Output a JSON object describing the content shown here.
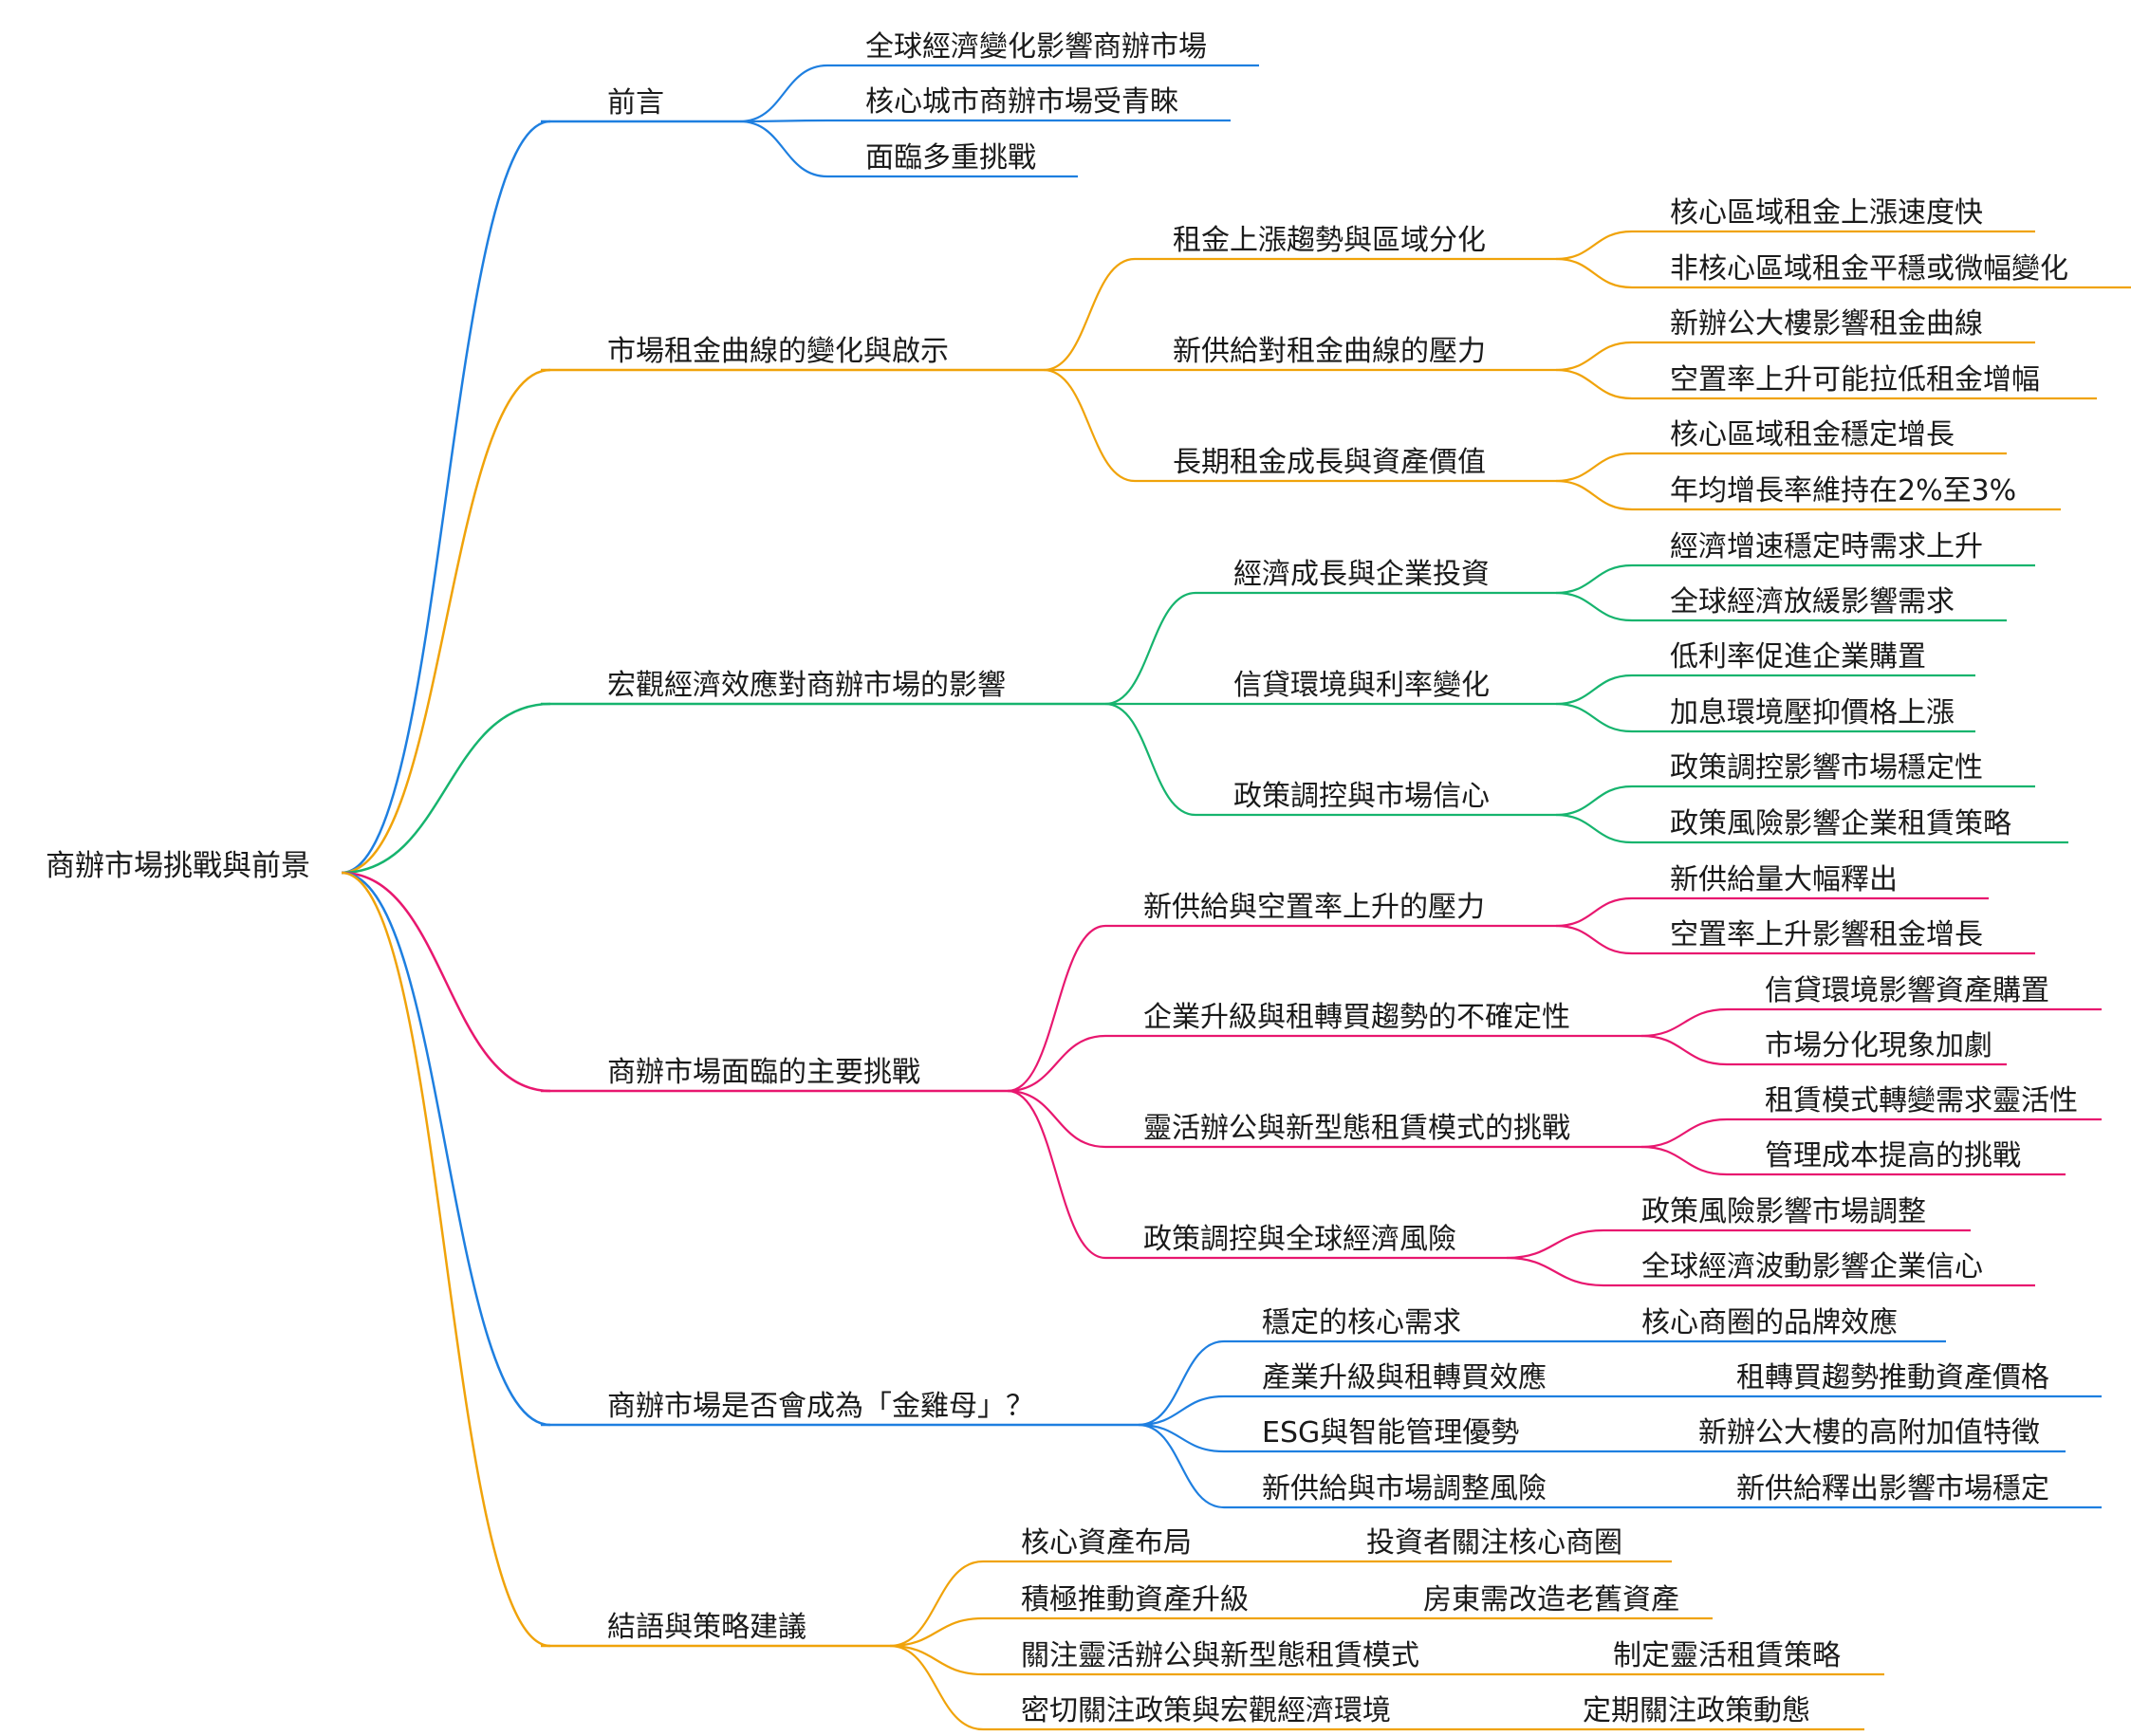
{
  "root": "商辦市場挑戰與前景",
  "colors": {
    "blue": "#1e7fe0",
    "orange": "#f0a30a",
    "green": "#16b46e",
    "pink": "#e8176f"
  },
  "branches": [
    {
      "label": "前言",
      "color": "#1e7fe0",
      "children": [
        {
          "label": "全球經濟變化影響商辦市場"
        },
        {
          "label": "核心城市商辦市場受青睞"
        },
        {
          "label": "面臨多重挑戰"
        }
      ]
    },
    {
      "label": "市場租金曲線的變化與啟示",
      "color": "#f0a30a",
      "children": [
        {
          "label": "租金上漲趨勢與區域分化",
          "children": [
            {
              "label": "核心區域租金上漲速度快"
            },
            {
              "label": "非核心區域租金平穩或微幅變化"
            }
          ]
        },
        {
          "label": "新供給對租金曲線的壓力",
          "children": [
            {
              "label": "新辦公大樓影響租金曲線"
            },
            {
              "label": "空置率上升可能拉低租金增幅"
            }
          ]
        },
        {
          "label": "長期租金成長與資產價值",
          "children": [
            {
              "label": "核心區域租金穩定增長"
            },
            {
              "label": "年均增長率維持在2%至3%"
            }
          ]
        }
      ]
    },
    {
      "label": "宏觀經濟效應對商辦市場的影響",
      "color": "#16b46e",
      "children": [
        {
          "label": "經濟成長與企業投資",
          "children": [
            {
              "label": "經濟增速穩定時需求上升"
            },
            {
              "label": "全球經濟放緩影響需求"
            }
          ]
        },
        {
          "label": "信貸環境與利率變化",
          "children": [
            {
              "label": "低利率促進企業購置"
            },
            {
              "label": "加息環境壓抑價格上漲"
            }
          ]
        },
        {
          "label": "政策調控與市場信心",
          "children": [
            {
              "label": "政策調控影響市場穩定性"
            },
            {
              "label": "政策風險影響企業租賃策略"
            }
          ]
        }
      ]
    },
    {
      "label": "商辦市場面臨的主要挑戰",
      "color": "#e8176f",
      "children": [
        {
          "label": "新供給與空置率上升的壓力",
          "children": [
            {
              "label": "新供給量大幅釋出"
            },
            {
              "label": "空置率上升影響租金增長"
            }
          ]
        },
        {
          "label": "企業升級與租轉買趨勢的不確定性",
          "children": [
            {
              "label": "信貸環境影響資產購置"
            },
            {
              "label": "市場分化現象加劇"
            }
          ]
        },
        {
          "label": "靈活辦公與新型態租賃模式的挑戰",
          "children": [
            {
              "label": "租賃模式轉變需求靈活性"
            },
            {
              "label": "管理成本提高的挑戰"
            }
          ]
        },
        {
          "label": "政策調控與全球經濟風險",
          "children": [
            {
              "label": "政策風險影響市場調整"
            },
            {
              "label": "全球經濟波動影響企業信心"
            }
          ]
        }
      ]
    },
    {
      "label": "商辦市場是否會成為「金雞母」？",
      "color": "#1e7fe0",
      "children": [
        {
          "label": "穩定的核心需求",
          "children": [
            {
              "label": "核心商圈的品牌效應"
            }
          ]
        },
        {
          "label": "產業升級與租轉買效應",
          "children": [
            {
              "label": "租轉買趨勢推動資產價格"
            }
          ]
        },
        {
          "label": "ESG與智能管理優勢",
          "children": [
            {
              "label": "新辦公大樓的高附加值特徵"
            }
          ]
        },
        {
          "label": "新供給與市場調整風險",
          "children": [
            {
              "label": "新供給釋出影響市場穩定"
            }
          ]
        }
      ]
    },
    {
      "label": "結語與策略建議",
      "color": "#f0a30a",
      "children": [
        {
          "label": "核心資產布局",
          "children": [
            {
              "label": "投資者關注核心商圈"
            }
          ]
        },
        {
          "label": "積極推動資產升級",
          "children": [
            {
              "label": "房東需改造老舊資產"
            }
          ]
        },
        {
          "label": "關注靈活辦公與新型態租賃模式",
          "children": [
            {
              "label": "制定靈活租賃策略"
            }
          ]
        },
        {
          "label": "密切關注政策與宏觀經濟環境",
          "children": [
            {
              "label": "定期關注政策動態"
            }
          ]
        }
      ]
    }
  ]
}
